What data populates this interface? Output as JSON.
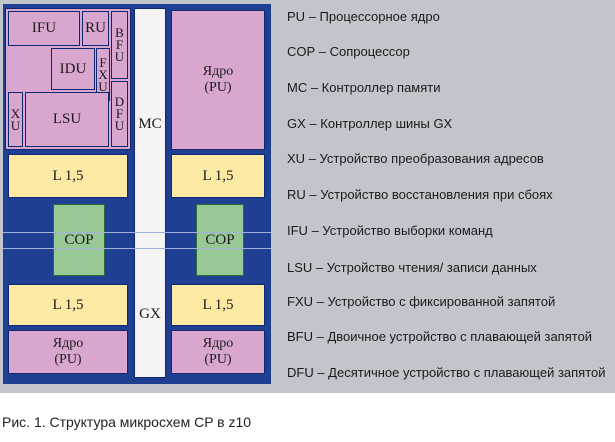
{
  "blocks": {
    "ifu": "IFU",
    "ru": "RU",
    "bfu": [
      "B",
      "F",
      "U"
    ],
    "idu": "IDU",
    "fxu": [
      "F",
      "X",
      "U"
    ],
    "dfu": [
      "D",
      "F",
      "U"
    ],
    "xu": [
      "X",
      "U"
    ],
    "lsu": "LSU",
    "core_title": "Ядро",
    "core_sub": "(PU)",
    "l15": "L 1,5",
    "cop": "COP",
    "mc": "MC",
    "gx": "GX"
  },
  "legend": [
    {
      "abbr": "PU",
      "text": "– Процессорное ядро"
    },
    {
      "abbr": "COP",
      "text": "– Сопроцессор"
    },
    {
      "abbr": "MC",
      "text": "– Контроллер памяти"
    },
    {
      "abbr": "GX",
      "text": "– Контроллер шины GX"
    },
    {
      "abbr": "XU",
      "text": "– Устройство преобразования адресов"
    },
    {
      "abbr": "RU",
      "text": "– Устройство восстановления при сбоях"
    },
    {
      "abbr": "IFU",
      "text": "– Устройство выборки команд"
    },
    {
      "abbr": "LSU",
      "text": "– Устройство чтения/ записи данных"
    },
    {
      "abbr": "FXU",
      "text": "– Устройство с фиксированной запятой"
    },
    {
      "abbr": "BFU",
      "text": "– Двоичное устройство с плавающей запятой"
    },
    {
      "abbr": "DFU",
      "text": "– Десятичное устройство с плавающей запятой"
    }
  ],
  "caption": "Рис. 1. Структура микросхем CP в z10",
  "colors": {
    "background_panel": "#c2c6cc",
    "chip_blue": "#1e3f92",
    "core_pink": "#d8a6ce",
    "cache_yellow": "#fbe9a4",
    "cop_green": "#98c895",
    "controller_white": "#f4f4f4"
  }
}
